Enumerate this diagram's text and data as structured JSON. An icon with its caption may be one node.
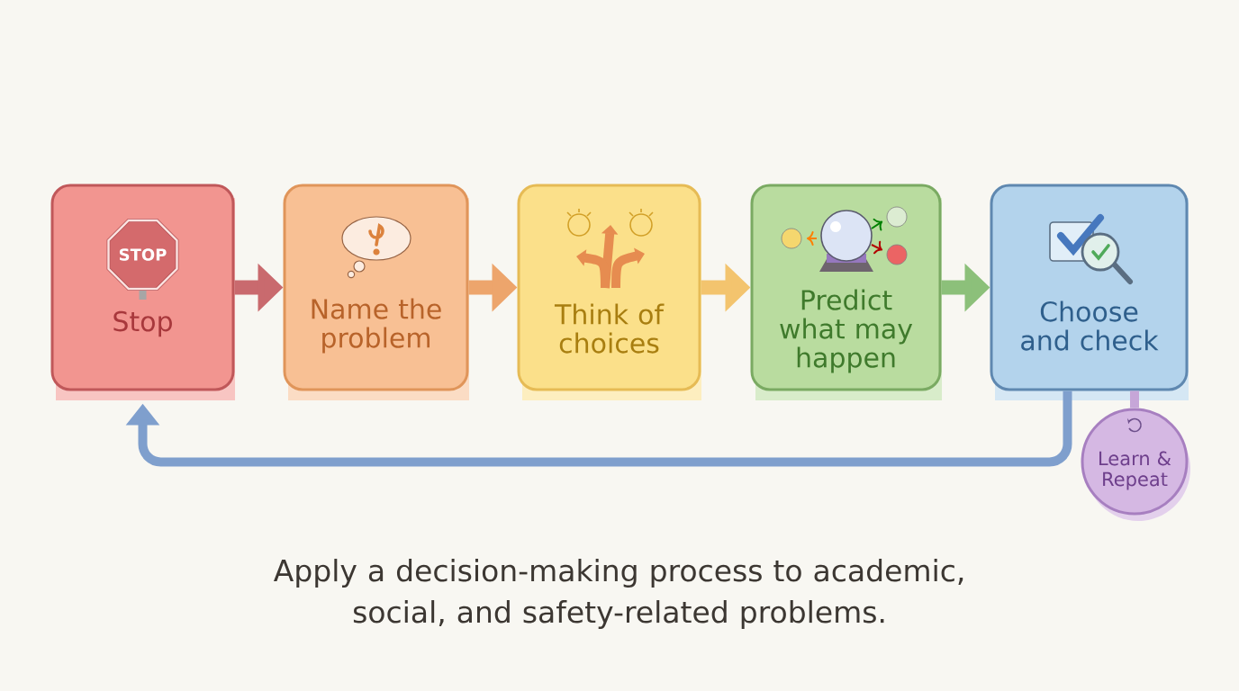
{
  "diagram": {
    "caption": "Apply a decision-making process to academic, social, and safety-related problems.",
    "nodes": [
      {
        "text": [
          "Stop"
        ]
      },
      {
        "text": [
          "STOP"
        ],
        "in": 0
      },
      {
        "text": [
          "Name the problem"
        ]
      },
      {
        "text": [
          "Think of choices"
        ]
      },
      {
        "text": [
          "Predict what may happen"
        ]
      },
      {
        "text": [
          "Choose and check"
        ]
      },
      {
        "text": [
          "Learn & Repeat"
        ]
      }
    ],
    "edges": [
      {
        "from": 0,
        "to": 2,
        "arrow": "to",
        "color": "#c96a6e"
      },
      {
        "from": 2,
        "to": 3,
        "arrow": "to",
        "color": "#eda56c"
      },
      {
        "from": 3,
        "to": 4,
        "arrow": "to",
        "color": "#f3c46e"
      },
      {
        "from": 4,
        "to": 5,
        "arrow": "to",
        "color": "#8cc07a"
      },
      {
        "from": 5,
        "to": 0,
        "arrow": "to",
        "color": "#7f9fcd"
      },
      {
        "from": 5,
        "to": 6,
        "arrow": "none",
        "color": "#c6a6d8"
      }
    ]
  }
}
